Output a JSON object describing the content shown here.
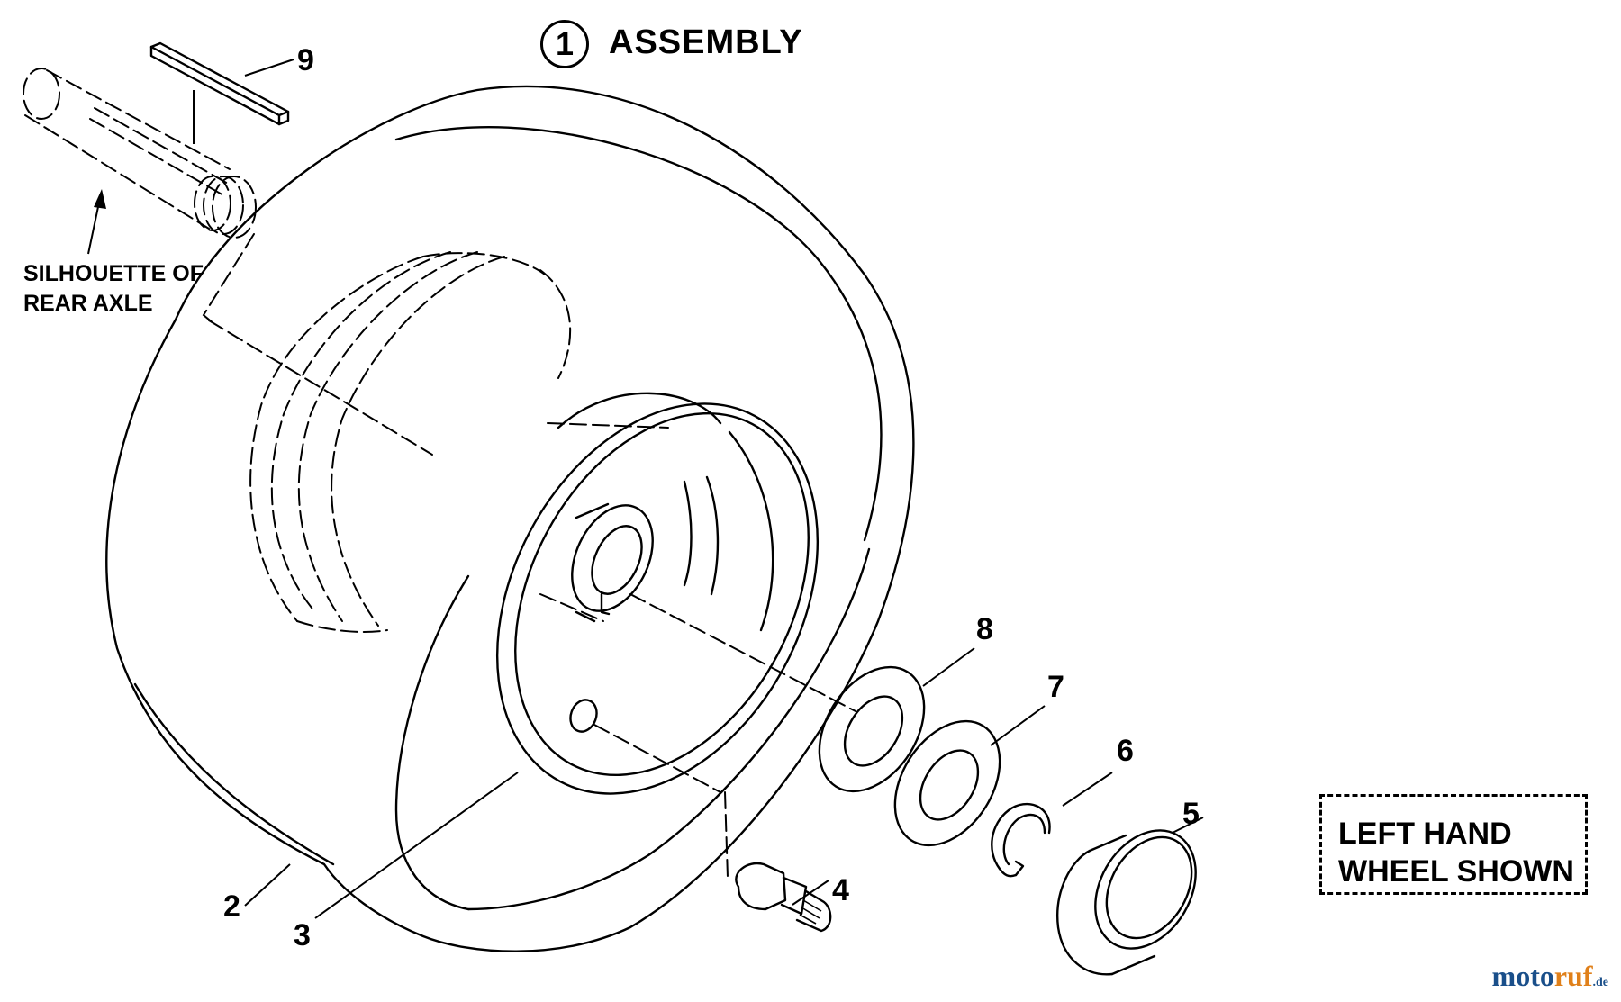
{
  "title": {
    "number": "1",
    "text": "ASSEMBLY"
  },
  "axle_label": {
    "line1": "SILHOUETTE OF",
    "line2": "REAR AXLE"
  },
  "side_note": {
    "line1": "LEFT HAND",
    "line2": "WHEEL SHOWN"
  },
  "callouts": {
    "key": "9",
    "tire": "2",
    "rim": "3",
    "valve": "4",
    "bushing": "5",
    "retaining_ring": "6",
    "washer_7": "7",
    "washer_8": "8"
  },
  "watermark": {
    "part1": "moto",
    "part2": "ruf",
    "part3": ".de"
  },
  "colors": {
    "ink": "#000000",
    "paper": "#ffffff",
    "watermark_blue": "#1a4f8a",
    "watermark_orange": "#e0801a"
  }
}
